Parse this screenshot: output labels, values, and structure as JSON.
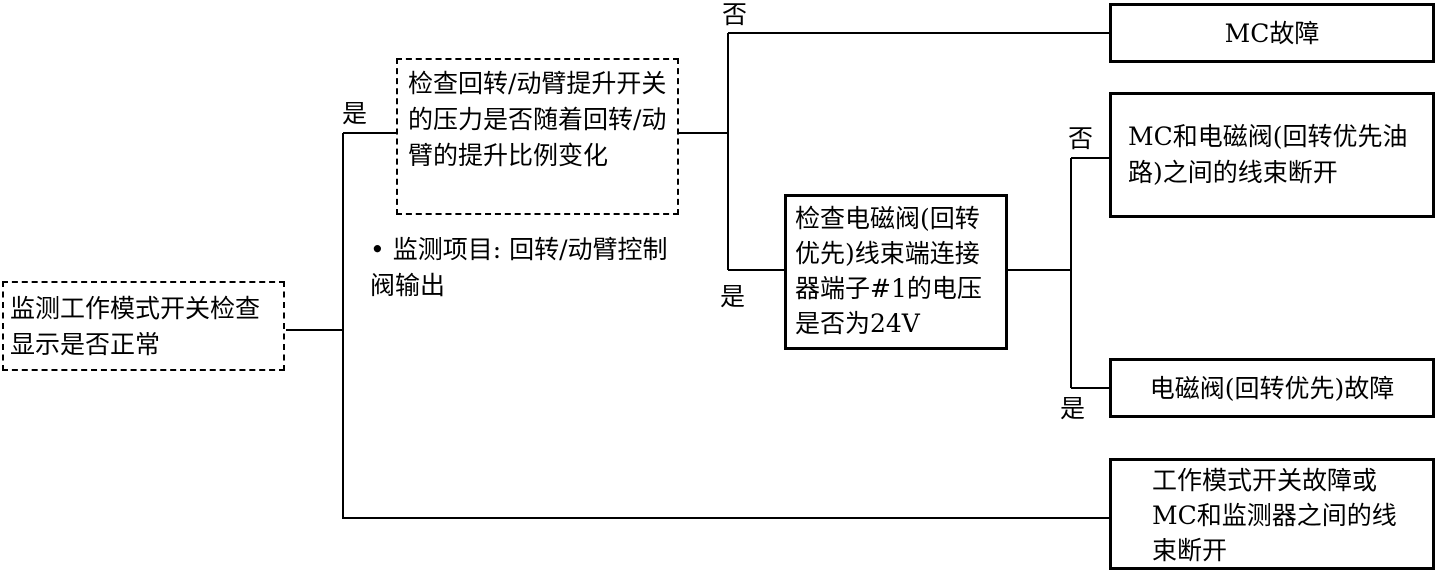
{
  "nodes": {
    "start": "监测工作模式开关检查显示是否正常",
    "check_pressure": "检查回转/动臂提升开关的压力是否随着回转/动臂的提升比例变化",
    "monitor_note": "• 监测项目: 回转/动臂控制阀输出",
    "check_voltage": "检查电磁阀(回转优先)线束端连接器端子#1的电压是否为24V",
    "mc_fault": "MC故障",
    "harness_mc_valve": "MC和电磁阀(回转优先油路)之间的线束断开",
    "valve_fault": "电磁阀(回转优先)故障",
    "switch_fault": "工作模式开关故障或MC和监测器之间的线束断开"
  },
  "labels": {
    "yes": "是",
    "no": "否"
  }
}
